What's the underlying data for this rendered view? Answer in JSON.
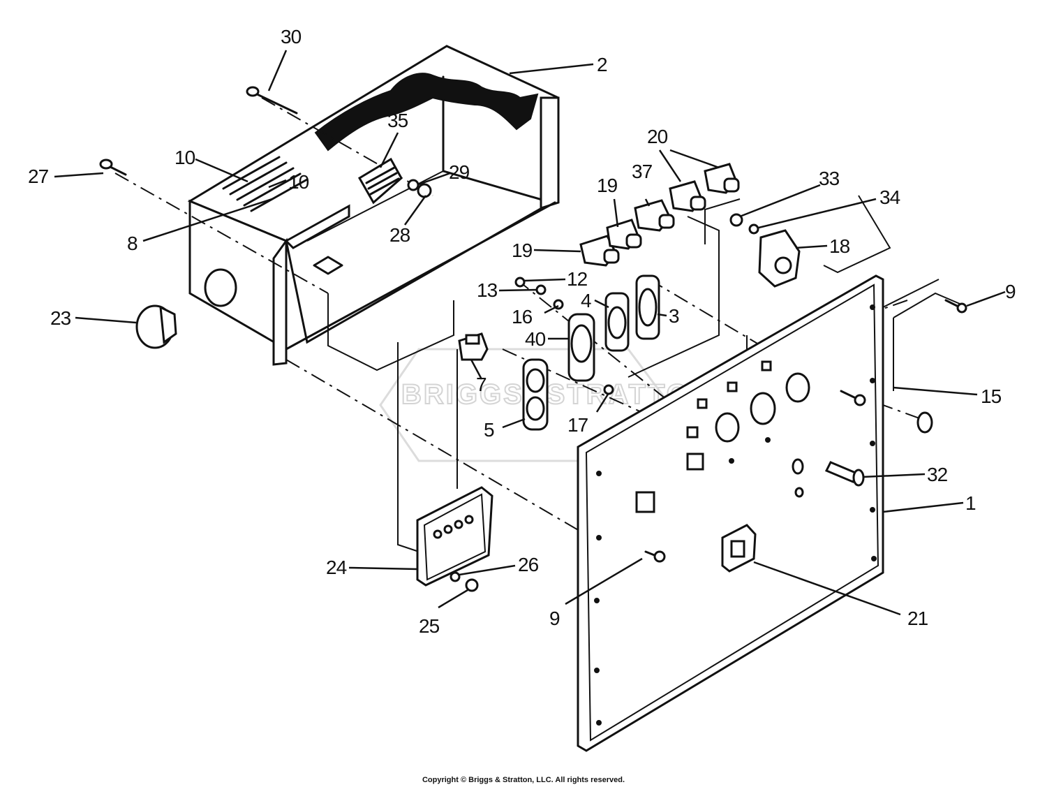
{
  "watermark": "BRIGGS&STRATTON",
  "copyright": "Copyright © Briggs & Stratton, LLC. All rights reserved.",
  "callouts": [
    "1",
    "2",
    "3",
    "4",
    "5",
    "7",
    "8",
    "9",
    "9",
    "10",
    "10",
    "12",
    "13",
    "15",
    "16",
    "17",
    "18",
    "19",
    "19",
    "20",
    "21",
    "23",
    "24",
    "25",
    "26",
    "27",
    "28",
    "29",
    "30",
    "32",
    "33",
    "34",
    "35",
    "37",
    "40"
  ]
}
